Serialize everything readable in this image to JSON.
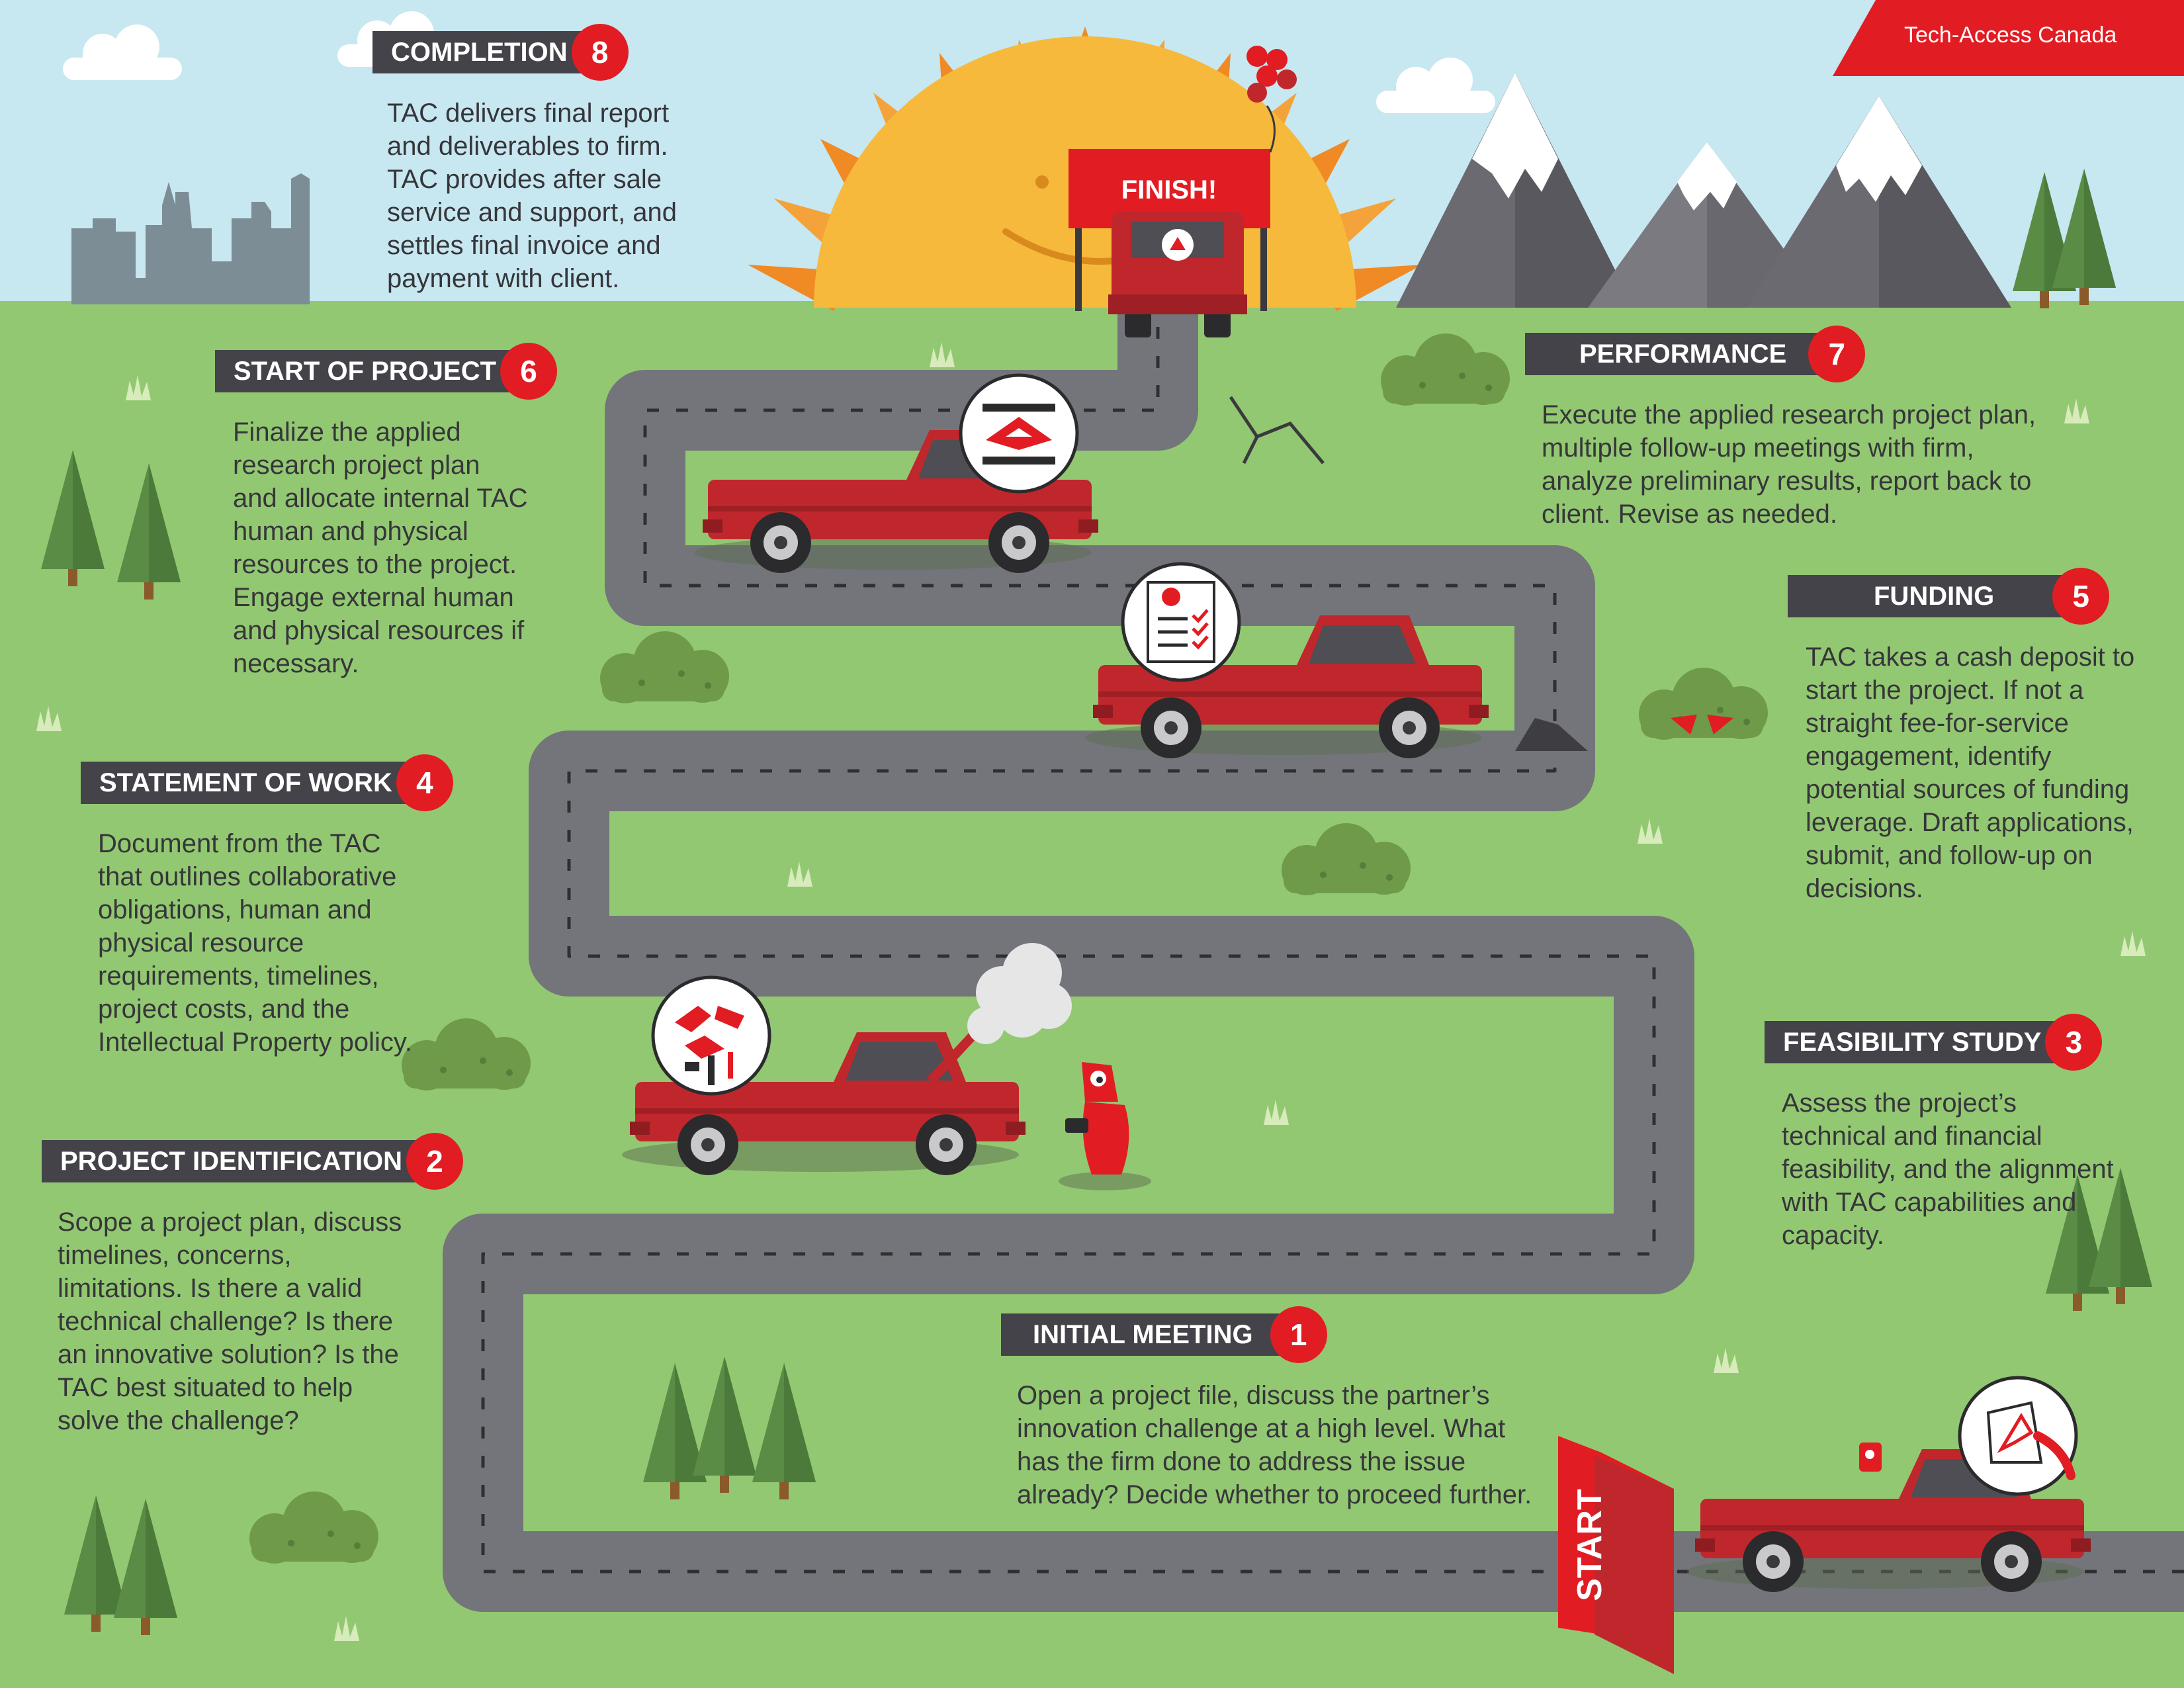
{
  "brand": {
    "logo_text": "Tech-Access Canada",
    "accent": "#e21c23",
    "dark": "#434349",
    "grass": "#93c872",
    "sky": "#c7e7f1",
    "road": "#73757a"
  },
  "signs": {
    "finish": "FINISH!",
    "start": "START"
  },
  "steps": [
    {
      "num": "1",
      "title": "INITIAL MEETING",
      "body": "Open a project file, discuss the partner’s innovation challenge at a high level. What has the firm done to address the issue already? Decide whether to proceed further."
    },
    {
      "num": "2",
      "title": "PROJECT IDENTIFICATION",
      "body": "Scope a project plan, discuss timelines, concerns, limitations. Is there a valid technical challenge? Is there an innovative solution? Is the TAC best situated to help solve the challenge?"
    },
    {
      "num": "3",
      "title": "FEASIBILITY STUDY",
      "body": "Assess the project’s technical and financial feasibility, and the alignment with TAC capabilities and capacity."
    },
    {
      "num": "4",
      "title": "STATEMENT OF WORK",
      "body": "Document from the TAC that outlines collaborative obligations, human and physical resource requirements, timelines, project costs, and the Intellectual Property policy."
    },
    {
      "num": "5",
      "title": "FUNDING",
      "body": "TAC takes a cash deposit to start the project. If not a straight fee-for-service engagement, identify potential sources of funding leverage. Draft applications, submit, and follow-up on decisions."
    },
    {
      "num": "6",
      "title": "START OF PROJECT",
      "body": "Finalize the applied research project plan and allocate internal TAC human and physical resources to the project. Engage external human and physical resources if necessary."
    },
    {
      "num": "7",
      "title": "PERFORMANCE",
      "body": "Execute the applied research project plan, multiple follow-up meetings with firm, analyze preliminary results, report back to client. Revise as needed."
    },
    {
      "num": "8",
      "title": "COMPLETION",
      "body": "TAC delivers final report and deliverables to firm. TAC provides after sale service and support, and settles final invoice and payment with client."
    }
  ],
  "icons": [
    "sun-icon",
    "mountain-icon",
    "city-skyline-icon",
    "tree-icon",
    "bush-icon",
    "cloud-icon",
    "truck-icon",
    "balloon-icon",
    "robot-icon",
    "smoke-icon",
    "checklist-icon",
    "tools-icon",
    "start-flag-icon",
    "finish-banner-icon"
  ]
}
